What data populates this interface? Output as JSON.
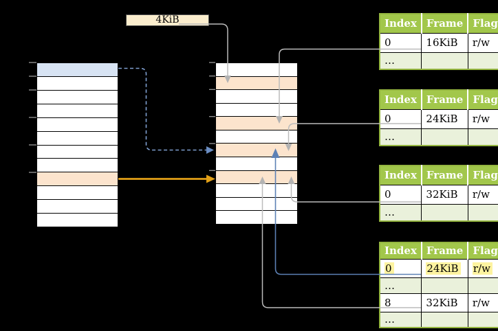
{
  "labels": {
    "size_box": "4KiB"
  },
  "left_table": {
    "description": "virtual memory page column",
    "row_count": 12,
    "highlighted_rows": [
      {
        "index": 0,
        "color": "blue"
      },
      {
        "index": 8,
        "color": "orange"
      }
    ]
  },
  "middle_table": {
    "description": "physical memory frame column",
    "row_count": 12,
    "highlighted_rows": [
      {
        "index": 1,
        "color": "orange"
      },
      {
        "index": 4,
        "color": "orange"
      },
      {
        "index": 6,
        "color": "orange"
      },
      {
        "index": 8,
        "color": "orange"
      }
    ]
  },
  "frame_tables": [
    {
      "headers": [
        "Index",
        "Frame",
        "Flags"
      ],
      "rows": [
        {
          "cells": [
            "0",
            "16KiB",
            "r/w"
          ],
          "highlighted": false
        },
        {
          "cells": [
            "…",
            "",
            ""
          ],
          "highlighted": false
        }
      ]
    },
    {
      "headers": [
        "Index",
        "Frame",
        "Flags"
      ],
      "rows": [
        {
          "cells": [
            "0",
            "24KiB",
            "r/w"
          ],
          "highlighted": false
        },
        {
          "cells": [
            "…",
            "",
            ""
          ],
          "highlighted": false
        }
      ]
    },
    {
      "headers": [
        "Index",
        "Frame",
        "Flags"
      ],
      "rows": [
        {
          "cells": [
            "0",
            "32KiB",
            "r/w"
          ],
          "highlighted": false
        },
        {
          "cells": [
            "…",
            "",
            ""
          ],
          "highlighted": false
        }
      ]
    },
    {
      "headers": [
        "Index",
        "Frame",
        "Flags"
      ],
      "rows": [
        {
          "cells": [
            "0",
            "24KiB",
            "r/w"
          ],
          "highlighted": true
        },
        {
          "cells": [
            "…",
            "",
            ""
          ],
          "highlighted": false
        },
        {
          "cells": [
            "8",
            "32KiB",
            "r/w"
          ],
          "highlighted": false
        },
        {
          "cells": [
            "…",
            "",
            ""
          ],
          "highlighted": false
        }
      ]
    }
  ],
  "connectors": [
    {
      "from": "size-box-4KiB",
      "to": "middle-row-2",
      "style": "solid",
      "color": "grey",
      "direction": "down"
    },
    {
      "from": "table1-frame-16KiB",
      "to": "middle-row-5",
      "style": "solid",
      "color": "grey",
      "direction": "down"
    },
    {
      "from": "table2-frame-24KiB",
      "to": "middle-row-7",
      "style": "solid",
      "color": "grey",
      "direction": "down"
    },
    {
      "from": "table3-frame-32KiB",
      "to": "middle-row-9",
      "style": "solid",
      "color": "grey",
      "direction": "up"
    },
    {
      "from": "table4-row0-frame-24KiB",
      "to": "middle-row-7",
      "style": "solid",
      "color": "blue",
      "direction": "up"
    },
    {
      "from": "table4-row8-frame-32KiB",
      "to": "middle-row-9",
      "style": "solid",
      "color": "grey",
      "direction": "up"
    },
    {
      "from": "left-row-1-blue",
      "to": "middle-row-7",
      "style": "dashed",
      "color": "blue",
      "direction": "right"
    },
    {
      "from": "left-row-9-orange",
      "to": "middle-row-9",
      "style": "solid",
      "color": "orange",
      "direction": "right"
    }
  ],
  "colors": {
    "green-header": "#a2c74b",
    "green-border": "#94b53f",
    "green-light": "#eaf1db",
    "row-orange": "#fce4cd",
    "row-blue": "#d8e4f4",
    "box-cream": "#fbedcd",
    "hl-yellow": "#fdf3a0",
    "line-grey": "#bcbcbc",
    "arrow-blue": "#5d81b5",
    "arrow-blue-dashed": "#7f9fd1",
    "arrow-orange": "#e2a017"
  }
}
